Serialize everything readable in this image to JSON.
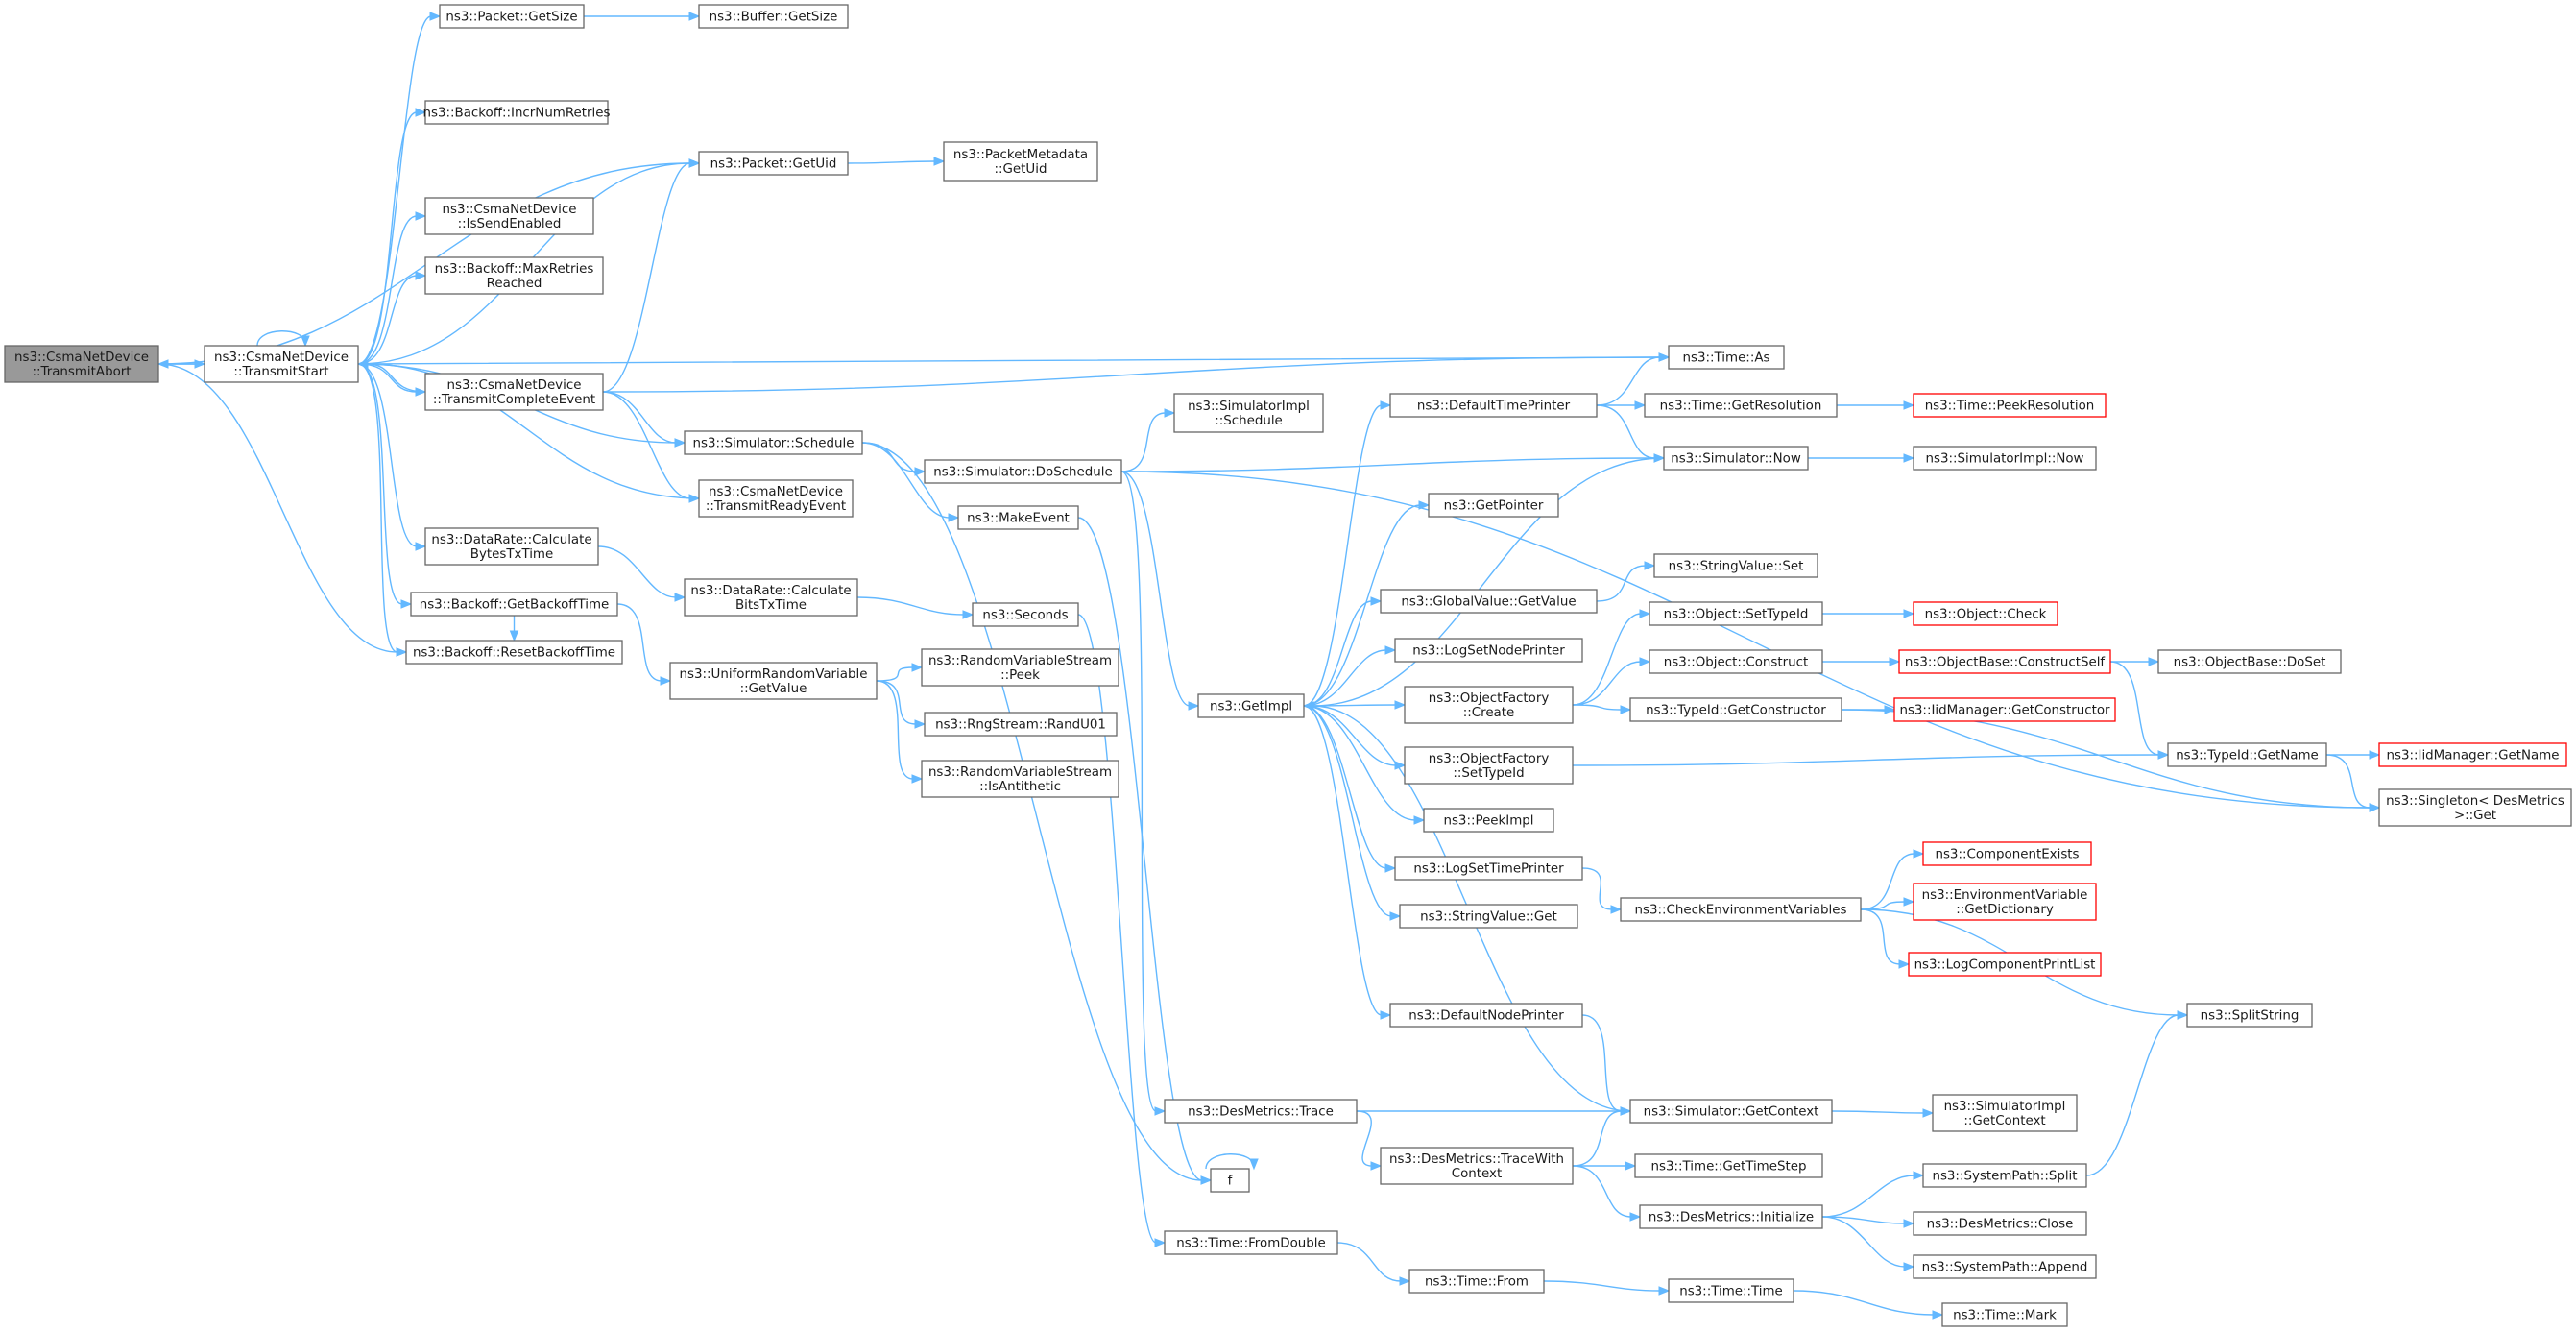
{
  "nodes": [
    {
      "id": "n0",
      "kind": "root",
      "lines": [
        "ns3::CsmaNetDevice",
        "::TransmitAbort"
      ]
    },
    {
      "id": "n1",
      "lines": [
        "ns3::CsmaNetDevice",
        "::TransmitStart"
      ]
    },
    {
      "id": "n2",
      "lines": [
        "ns3::Packet::GetSize"
      ]
    },
    {
      "id": "n3",
      "lines": [
        "ns3::Buffer::GetSize"
      ]
    },
    {
      "id": "n4",
      "lines": [
        "ns3::Backoff::IncrNumRetries"
      ]
    },
    {
      "id": "n5",
      "lines": [
        "ns3::Packet::GetUid"
      ]
    },
    {
      "id": "n6",
      "lines": [
        "ns3::PacketMetadata",
        "::GetUid"
      ]
    },
    {
      "id": "n7",
      "lines": [
        "ns3::CsmaNetDevice",
        "::IsSendEnabled"
      ]
    },
    {
      "id": "n8",
      "lines": [
        "ns3::Backoff::MaxRetries",
        "Reached"
      ]
    },
    {
      "id": "n9",
      "lines": [
        "ns3::CsmaNetDevice",
        "::TransmitCompleteEvent"
      ]
    },
    {
      "id": "n10",
      "lines": [
        "ns3::Time::As"
      ]
    },
    {
      "id": "n11",
      "lines": [
        "ns3::Simulator::Schedule"
      ]
    },
    {
      "id": "n12",
      "lines": [
        "ns3::CsmaNetDevice",
        "::TransmitReadyEvent"
      ]
    },
    {
      "id": "n13",
      "lines": [
        "ns3::DataRate::Calculate",
        "BytesTxTime"
      ]
    },
    {
      "id": "n14",
      "lines": [
        "ns3::DataRate::Calculate",
        "BitsTxTime"
      ]
    },
    {
      "id": "n15",
      "lines": [
        "ns3::Backoff::GetBackoffTime"
      ]
    },
    {
      "id": "n16",
      "lines": [
        "ns3::Backoff::ResetBackoffTime"
      ]
    },
    {
      "id": "n17",
      "lines": [
        "ns3::UniformRandomVariable",
        "::GetValue"
      ]
    },
    {
      "id": "n18",
      "lines": [
        "ns3::Simulator::DoSchedule"
      ]
    },
    {
      "id": "n19",
      "lines": [
        "ns3::SimulatorImpl",
        "::Schedule"
      ]
    },
    {
      "id": "n20",
      "lines": [
        "ns3::MakeEvent"
      ]
    },
    {
      "id": "n21",
      "lines": [
        "ns3::Seconds"
      ]
    },
    {
      "id": "n22",
      "lines": [
        "ns3::RandomVariableStream",
        "::Peek"
      ]
    },
    {
      "id": "n23",
      "lines": [
        "ns3::RngStream::RandU01"
      ]
    },
    {
      "id": "n24",
      "lines": [
        "ns3::RandomVariableStream",
        "::IsAntithetic"
      ]
    },
    {
      "id": "n25",
      "lines": [
        "ns3::GetImpl"
      ]
    },
    {
      "id": "n26",
      "lines": [
        "ns3::DefaultTimePrinter"
      ]
    },
    {
      "id": "n27",
      "lines": [
        "ns3::GetPointer"
      ]
    },
    {
      "id": "n28",
      "lines": [
        "ns3::GlobalValue::GetValue"
      ]
    },
    {
      "id": "n29",
      "lines": [
        "ns3::LogSetNodePrinter"
      ]
    },
    {
      "id": "n30",
      "lines": [
        "ns3::ObjectFactory",
        "::Create"
      ]
    },
    {
      "id": "n31",
      "lines": [
        "ns3::ObjectFactory",
        "::SetTypeId"
      ]
    },
    {
      "id": "n32",
      "lines": [
        "ns3::PeekImpl"
      ]
    },
    {
      "id": "n33",
      "lines": [
        "ns3::LogSetTimePrinter"
      ]
    },
    {
      "id": "n34",
      "lines": [
        "ns3::StringValue::Get"
      ]
    },
    {
      "id": "n35",
      "lines": [
        "ns3::DefaultNodePrinter"
      ]
    },
    {
      "id": "n36",
      "lines": [
        "ns3::DesMetrics::Trace"
      ]
    },
    {
      "id": "n37",
      "lines": [
        "f"
      ]
    },
    {
      "id": "n38",
      "lines": [
        "ns3::DesMetrics::TraceWith",
        "Context"
      ]
    },
    {
      "id": "n39",
      "lines": [
        "ns3::Time::FromDouble"
      ]
    },
    {
      "id": "n40",
      "lines": [
        "ns3::Time::From"
      ]
    },
    {
      "id": "n41",
      "lines": [
        "ns3::Time::GetResolution"
      ]
    },
    {
      "id": "n42",
      "lines": [
        "ns3::Simulator::Now"
      ]
    },
    {
      "id": "n43",
      "lines": [
        "ns3::StringValue::Set"
      ]
    },
    {
      "id": "n44",
      "lines": [
        "ns3::Object::SetTypeId"
      ]
    },
    {
      "id": "n45",
      "lines": [
        "ns3::Object::Construct"
      ]
    },
    {
      "id": "n46",
      "lines": [
        "ns3::TypeId::GetConstructor"
      ]
    },
    {
      "id": "n47",
      "lines": [
        "ns3::CheckEnvironmentVariables"
      ]
    },
    {
      "id": "n48",
      "lines": [
        "ns3::Simulator::GetContext"
      ]
    },
    {
      "id": "n49",
      "lines": [
        "ns3::Time::GetTimeStep"
      ]
    },
    {
      "id": "n50",
      "lines": [
        "ns3::DesMetrics::Initialize"
      ]
    },
    {
      "id": "n51",
      "lines": [
        "ns3::Time::Time"
      ]
    },
    {
      "id": "n52",
      "kind": "trunc",
      "lines": [
        "ns3::Time::PeekResolution"
      ]
    },
    {
      "id": "n53",
      "lines": [
        "ns3::SimulatorImpl::Now"
      ]
    },
    {
      "id": "n54",
      "kind": "trunc",
      "lines": [
        "ns3::Object::Check"
      ]
    },
    {
      "id": "n55",
      "kind": "trunc",
      "lines": [
        "ns3::ObjectBase::ConstructSelf"
      ]
    },
    {
      "id": "n56",
      "kind": "trunc",
      "lines": [
        "ns3::IidManager::GetConstructor"
      ]
    },
    {
      "id": "n57",
      "kind": "trunc",
      "lines": [
        "ns3::ComponentExists"
      ]
    },
    {
      "id": "n58",
      "kind": "trunc",
      "lines": [
        "ns3::EnvironmentVariable",
        "::GetDictionary"
      ]
    },
    {
      "id": "n59",
      "kind": "trunc",
      "lines": [
        "ns3::LogComponentPrintList"
      ]
    },
    {
      "id": "n60",
      "lines": [
        "ns3::SplitString"
      ]
    },
    {
      "id": "n61",
      "lines": [
        "ns3::SimulatorImpl",
        "::GetContext"
      ]
    },
    {
      "id": "n62",
      "lines": [
        "ns3::SystemPath::Split"
      ]
    },
    {
      "id": "n63",
      "lines": [
        "ns3::DesMetrics::Close"
      ]
    },
    {
      "id": "n64",
      "lines": [
        "ns3::SystemPath::Append"
      ]
    },
    {
      "id": "n65",
      "lines": [
        "ns3::Time::Mark"
      ]
    },
    {
      "id": "n66",
      "lines": [
        "ns3::ObjectBase::DoSet"
      ]
    },
    {
      "id": "n67",
      "lines": [
        "ns3::TypeId::GetName"
      ]
    },
    {
      "id": "n68",
      "kind": "trunc",
      "lines": [
        "ns3::IidManager::GetName"
      ]
    },
    {
      "id": "n69",
      "lines": [
        "ns3::Singleton< DesMetrics",
        ">::Get"
      ]
    }
  ],
  "edges": [
    [
      "n0",
      "n1"
    ],
    [
      "n0",
      "n5"
    ],
    [
      "n0",
      "n16"
    ],
    [
      "n1",
      "n0"
    ],
    [
      "n1",
      "n1"
    ],
    [
      "n1",
      "n2"
    ],
    [
      "n1",
      "n4"
    ],
    [
      "n1",
      "n5"
    ],
    [
      "n1",
      "n7"
    ],
    [
      "n1",
      "n8"
    ],
    [
      "n1",
      "n10"
    ],
    [
      "n1",
      "n9"
    ],
    [
      "n1",
      "n11"
    ],
    [
      "n1",
      "n13"
    ],
    [
      "n1",
      "n15"
    ],
    [
      "n1",
      "n16"
    ],
    [
      "n2",
      "n3"
    ],
    [
      "n5",
      "n6"
    ],
    [
      "n9",
      "n5"
    ],
    [
      "n9",
      "n10"
    ],
    [
      "n9",
      "n11"
    ],
    [
      "n9",
      "n12"
    ],
    [
      "n9",
      "n1"
    ],
    [
      "n12",
      "n1"
    ],
    [
      "n11",
      "n18"
    ],
    [
      "n11",
      "n20"
    ],
    [
      "n11",
      "n37"
    ],
    [
      "n13",
      "n14"
    ],
    [
      "n14",
      "n21"
    ],
    [
      "n15",
      "n17"
    ],
    [
      "n15",
      "n16"
    ],
    [
      "n17",
      "n22"
    ],
    [
      "n17",
      "n23"
    ],
    [
      "n17",
      "n24"
    ],
    [
      "n18",
      "n19"
    ],
    [
      "n18",
      "n42"
    ],
    [
      "n18",
      "n25"
    ],
    [
      "n18",
      "n36"
    ],
    [
      "n18",
      "n69"
    ],
    [
      "n20",
      "n37"
    ],
    [
      "n21",
      "n39"
    ],
    [
      "n25",
      "n26"
    ],
    [
      "n25",
      "n27"
    ],
    [
      "n25",
      "n28"
    ],
    [
      "n25",
      "n29"
    ],
    [
      "n25",
      "n30"
    ],
    [
      "n25",
      "n31"
    ],
    [
      "n25",
      "n32"
    ],
    [
      "n25",
      "n33"
    ],
    [
      "n25",
      "n34"
    ],
    [
      "n25",
      "n35"
    ],
    [
      "n26",
      "n10"
    ],
    [
      "n26",
      "n41"
    ],
    [
      "n26",
      "n42"
    ],
    [
      "n41",
      "n52"
    ],
    [
      "n42",
      "n53"
    ],
    [
      "n42",
      "n25"
    ],
    [
      "n28",
      "n43"
    ],
    [
      "n30",
      "n44"
    ],
    [
      "n30",
      "n45"
    ],
    [
      "n30",
      "n46"
    ],
    [
      "n44",
      "n54"
    ],
    [
      "n45",
      "n55"
    ],
    [
      "n55",
      "n66"
    ],
    [
      "n55",
      "n67"
    ],
    [
      "n46",
      "n56"
    ],
    [
      "n46",
      "n69"
    ],
    [
      "n31",
      "n67"
    ],
    [
      "n67",
      "n68"
    ],
    [
      "n67",
      "n69"
    ],
    [
      "n33",
      "n47"
    ],
    [
      "n47",
      "n57"
    ],
    [
      "n47",
      "n58"
    ],
    [
      "n47",
      "n59"
    ],
    [
      "n47",
      "n60"
    ],
    [
      "n35",
      "n48"
    ],
    [
      "n48",
      "n25"
    ],
    [
      "n48",
      "n61"
    ],
    [
      "n36",
      "n48"
    ],
    [
      "n36",
      "n38"
    ],
    [
      "n38",
      "n48"
    ],
    [
      "n38",
      "n49"
    ],
    [
      "n38",
      "n50"
    ],
    [
      "n50",
      "n62"
    ],
    [
      "n50",
      "n63"
    ],
    [
      "n50",
      "n64"
    ],
    [
      "n62",
      "n60"
    ],
    [
      "n37",
      "n37"
    ],
    [
      "n39",
      "n40"
    ],
    [
      "n40",
      "n51"
    ],
    [
      "n51",
      "n65"
    ]
  ]
}
